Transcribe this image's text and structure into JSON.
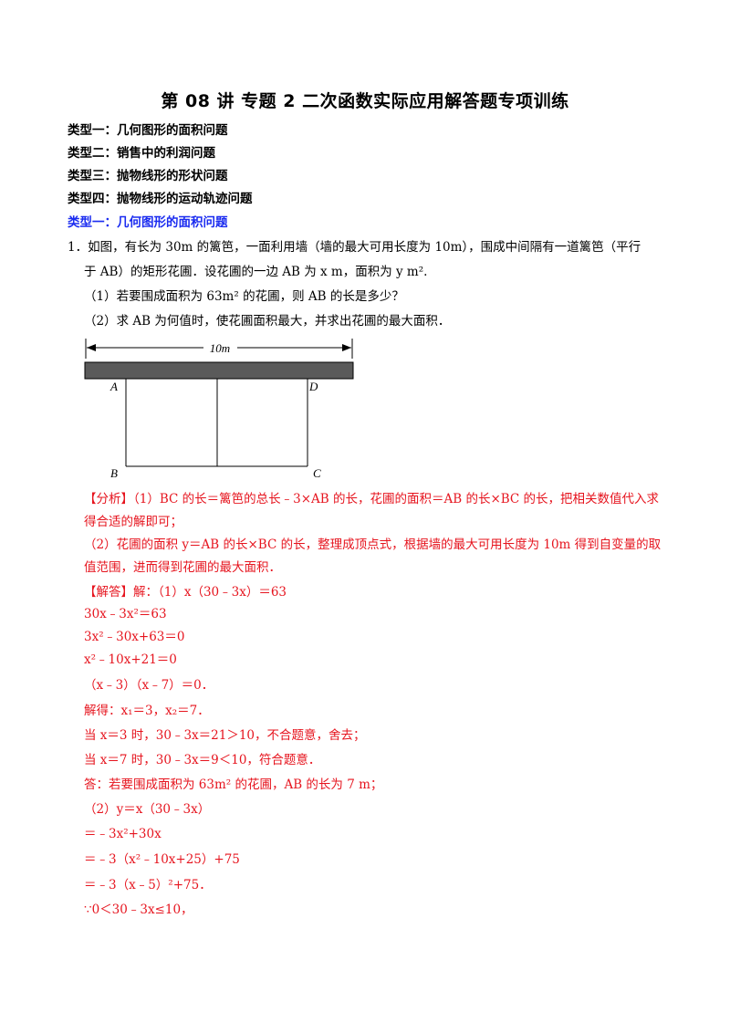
{
  "title": "第 08 讲  专题 2    二次函数实际应用解答题专项训练",
  "types": [
    "类型一：几何图形的面积问题",
    "类型二：销售中的利润问题",
    "类型三：抛物线形的形状问题",
    "类型四：抛物线形的运动轨迹问题"
  ],
  "section_heading": "类型一：几何图形的面积问题",
  "problem": {
    "line1": "1．如图，有长为 30m 的篱笆，一面利用墙（墙的最大可用长度为 10m），围成中间隔有一道篱笆（平行",
    "line2": "于 AB）的矩形花圃．设花圃的一边 AB 为 x m，面积为 y m².",
    "q1": "（1）若要围成面积为 63m² 的花圃，则 AB 的长是多少？",
    "q2": "（2）求 AB 为何值时，使花圃面积最大，并求出花圃的最大面积．"
  },
  "figure": {
    "dimension_label": "10m",
    "point_a": "A",
    "point_b": "B",
    "point_c": "C",
    "point_d": "D"
  },
  "analysis": {
    "line1": "【分析】（1）BC 的长＝篱笆的总长﹣3×AB 的长，花圃的面积＝AB 的长×BC 的长，把相关数值代入求",
    "line2": "得合适的解即可；",
    "line3": "（2）花圃的面积 y＝AB 的长×BC 的长，整理成顶点式，根据墙的最大可用长度为 10m 得到自变量的取",
    "line4": "值范围，进而得到花圃的最大面积．"
  },
  "solution": [
    "【解答】解：（1）x（30﹣3x）＝63",
    "30x﹣3x²＝63",
    "3x²﹣30x+63＝0",
    "x²﹣10x+21＝0",
    "（x﹣3）（x﹣7）＝0．",
    "解得：x₁＝3，x₂＝7．",
    "当 x＝3 时，30﹣3x＝21＞10，不合题意，舍去；",
    "当 x＝7 时，30﹣3x＝9＜10，符合题意．",
    "答：若要围成面积为 63m² 的花圃，AB 的长为 7  m；",
    "（2）y＝x（30﹣3x）",
    "＝﹣3x²+30x",
    "＝﹣3（x²﹣10x+25）+75",
    "＝﹣3（x﹣5）²+75．",
    "∵0＜30﹣3x≤10，"
  ],
  "colors": {
    "heading_blue": "#1b2cf0",
    "answer_red": "#e6141e",
    "wall_gray": "#5a5a5a"
  }
}
